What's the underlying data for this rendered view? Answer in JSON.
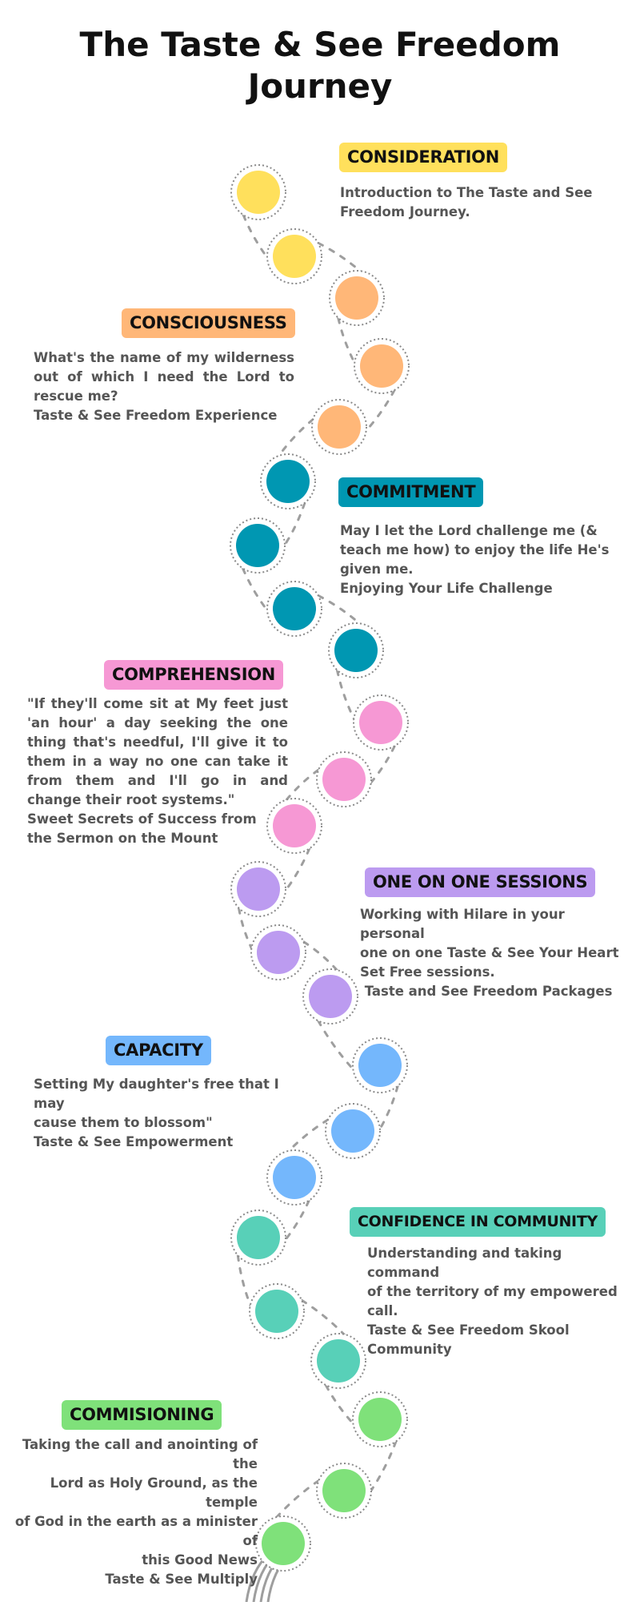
{
  "title_line1": "The Taste & See Freedom",
  "title_line2": "Journey",
  "colors": {
    "yellow": "#ffe05c",
    "orange": "#ffb778",
    "teal": "#0097b2",
    "pink": "#f698d4",
    "purple": "#bc9bf0",
    "blue": "#74b7fc",
    "mint": "#58d0b8",
    "green": "#7fe17a"
  },
  "stages": [
    {
      "badge": "CONSIDERATION",
      "lines": [
        "Introduction to The Taste and See",
        "Freedom Journey."
      ]
    },
    {
      "badge": "CONSCIOUSNESS",
      "lines": [
        "What's the name of my wilderness out of which I need the Lord to rescue me?",
        "Taste & See Freedom Experience"
      ]
    },
    {
      "badge": "COMMITMENT",
      "lines": [
        "May I let the Lord challenge me (&",
        "teach me how) to enjoy the life He's",
        "given me.",
        "Enjoying Your Life Challenge"
      ]
    },
    {
      "badge": "COMPREHENSION",
      "lines": [
        "\"If they'll come sit at My feet just 'an hour' a day seeking the one thing that's needful, I'll give it to them in a way no one can take it from them and I'll go in and change their root systems.\"",
        "Sweet Secrets of Success from",
        "the Sermon on the Mount"
      ]
    },
    {
      "badge": "ONE ON ONE SESSIONS",
      "lines": [
        "Working with Hilare in your personal",
        "one on one Taste & See Your Heart",
        "Set Free sessions.",
        " Taste and See Freedom Packages"
      ]
    },
    {
      "badge": "CAPACITY",
      "lines": [
        "Setting My daughter's free that I may",
        "cause them to blossom\"",
        "Taste & See Empowerment"
      ]
    },
    {
      "badge": "CONFIDENCE IN COMMUNITY",
      "lines": [
        "Understanding and taking command",
        "of the territory of my empowered",
        "call.",
        "Taste & See Freedom Skool",
        "Community"
      ]
    },
    {
      "badge": "COMMISIONING",
      "lines": [
        "Taking the call and anointing of the",
        "Lord as Holy Ground, as the temple",
        "of God in the earth as a minister of",
        "this Good News",
        "Taste & See Multiply"
      ]
    }
  ],
  "steps": [
    {
      "c": "yellow"
    },
    {
      "c": "yellow"
    },
    {
      "c": "orange"
    },
    {
      "c": "orange"
    },
    {
      "c": "orange"
    },
    {
      "c": "teal"
    },
    {
      "c": "teal"
    },
    {
      "c": "teal"
    },
    {
      "c": "teal"
    },
    {
      "c": "pink"
    },
    {
      "c": "pink"
    },
    {
      "c": "pink"
    },
    {
      "c": "purple"
    },
    {
      "c": "purple"
    },
    {
      "c": "purple"
    },
    {
      "c": "blue"
    },
    {
      "c": "blue"
    },
    {
      "c": "blue"
    },
    {
      "c": "mint"
    },
    {
      "c": "mint"
    },
    {
      "c": "mint"
    },
    {
      "c": "green"
    },
    {
      "c": "green"
    },
    {
      "c": "green"
    }
  ]
}
